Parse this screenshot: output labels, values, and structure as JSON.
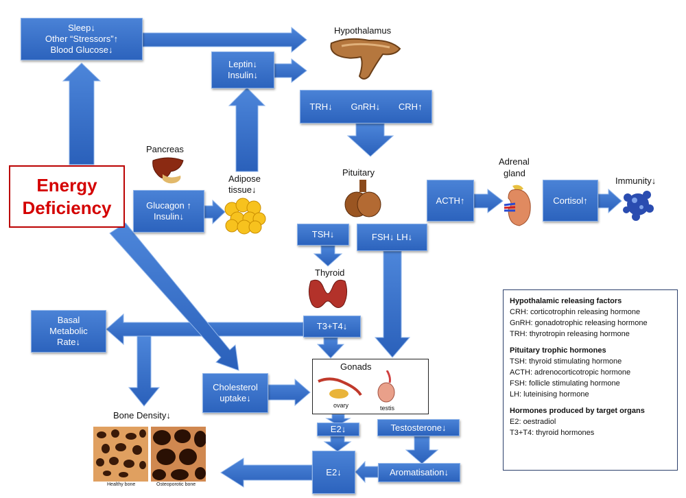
{
  "energy": {
    "line1": "Energy",
    "line2": "Deficiency"
  },
  "boxes": {
    "sleep": {
      "line1": "Sleep↓",
      "line2": "Other “Stressors”↑",
      "line3": "Blood Glucose↓"
    },
    "leptin": {
      "line1": "Leptin↓",
      "line2": "Insulin↓"
    },
    "hypo_factors": {
      "trh": "TRH↓",
      "gnrh": "GnRH↓",
      "crh": "CRH↑"
    },
    "glucagon": {
      "line1": "Glucagon ↑",
      "line2": "Insulin↓"
    },
    "acth": "ACTH↑",
    "cortisol": "Cortisol↑",
    "tsh": "TSH↓",
    "fsh_lh": "FSH↓ LH↓",
    "t3t4": "T3+T4↓",
    "bmr": {
      "line1": "Basal",
      "line2": "Metabolic",
      "line3": "Rate↓"
    },
    "cholesterol": {
      "line1": "Cholesterol",
      "line2": "uptake↓"
    },
    "e2_top": "E2↓",
    "testosterone": "Testosterone↓",
    "e2_bottom": "E2↓",
    "aromatisation": "Aromatisation↓"
  },
  "labels": {
    "hypothalamus": "Hypothalamus",
    "pancreas": "Pancreas",
    "adipose": "Adipose",
    "tissue": "tissue↓",
    "pituitary": "Pituitary",
    "adrenal": "Adrenal",
    "gland": "gland",
    "immunity": "Immunity↓",
    "thyroid": "Thyroid",
    "gonads": "Gonads",
    "ovary": "ovary",
    "testis": "testis",
    "bone_density": "Bone Density↓",
    "healthy_bone": "Healthy bone",
    "osteoporotic_bone": "Osteoporotic bone"
  },
  "legend": {
    "h1": "Hypothalamic releasing factors",
    "h1_items": [
      "CRH: corticotrophin releasing hormone",
      "GnRH: gonadotrophic releasing hormone",
      "TRH: thyrotropin releasing hormone"
    ],
    "h2": "Pituitary trophic hormones",
    "h2_items": [
      "TSH: thyroid stimulating hormone",
      "ACTH: adrenocorticotropic hormone",
      "FSH: follicle stimulating hormone",
      "LH: luteinising hormone"
    ],
    "h3": "Hormones produced by target organs",
    "h3_items": [
      "E2: oestradiol",
      "T3+T4: thyroid hormones"
    ]
  }
}
